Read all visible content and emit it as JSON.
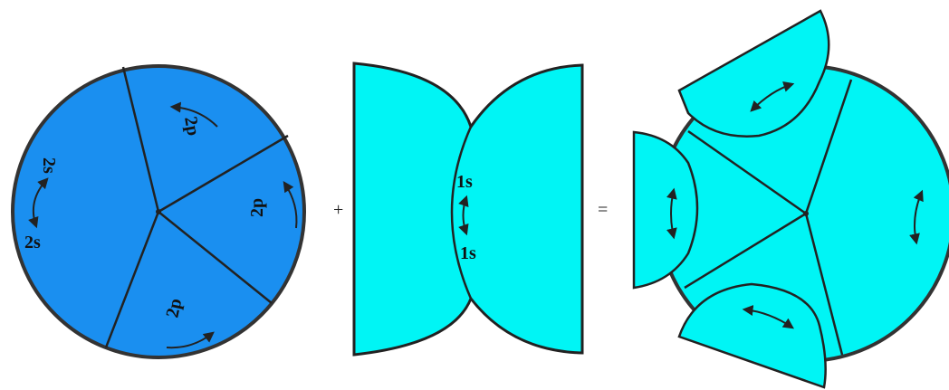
{
  "colors": {
    "blue_fill": "#1a8ff0",
    "cyan_fill": "#00f5f5",
    "outline": "#222222"
  },
  "panels": {
    "left": {
      "labels": {
        "s_top": "2s",
        "s_bottom": "2s",
        "p_top": "2p",
        "p_right": "2p",
        "p_bottom": "2p"
      }
    },
    "middle": {
      "labels": {
        "s_top": "1s",
        "s_bottom": "1s"
      }
    }
  },
  "operators": {
    "plus": "+",
    "equals": "="
  },
  "icons": [
    "curved-double-arrow-icon",
    "curved-arrow-icon"
  ]
}
